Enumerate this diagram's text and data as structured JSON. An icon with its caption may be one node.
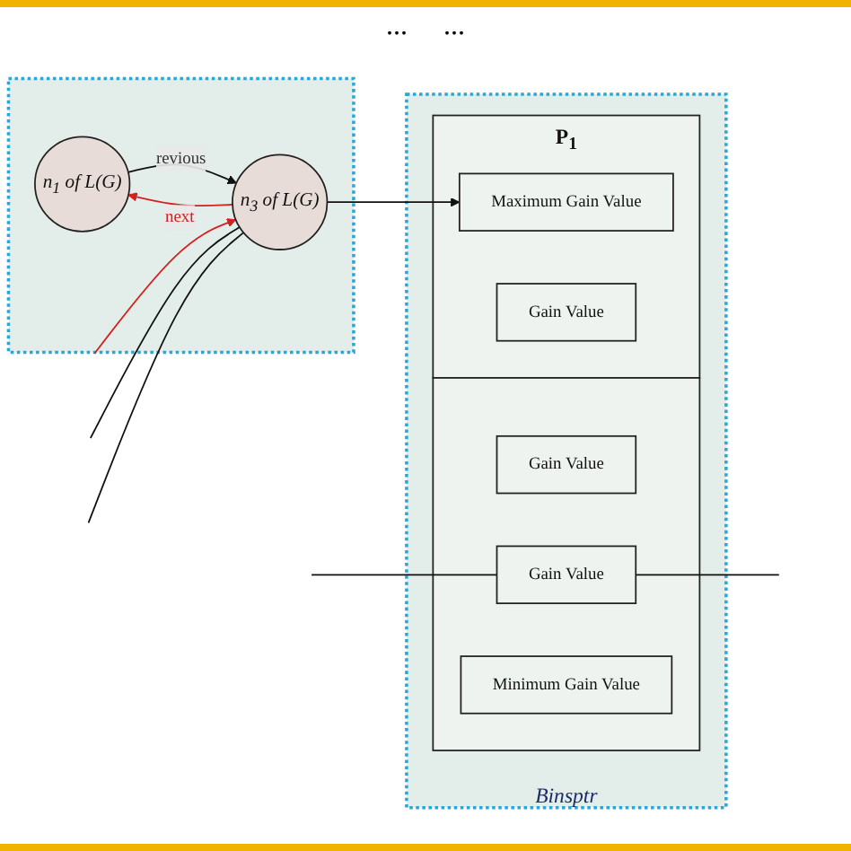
{
  "diagram": {
    "nodes": [
      {
        "text": [],
        "shape": "box"
      },
      {
        "text": [
          "n$_{3}$ of L(G)"
        ],
        "in": 0
      },
      {
        "text": [
          "n$_{1}$ of L(G)"
        ],
        "in": 0
      },
      {
        "text": [
          "Binsptr"
        ]
      },
      {
        "text": [
          "P$_{1}$"
        ],
        "in": 3
      },
      {
        "text": [
          "Maximum Gain Value"
        ],
        "in": 4
      },
      {
        "text": [
          "Gain Value"
        ],
        "in": 4
      },
      {
        "text": [],
        "shape": "box",
        "in": 3
      },
      {
        "text": [
          "Gain Value"
        ],
        "in": 7
      },
      {
        "text": [
          "Gain Value"
        ],
        "in": 7
      },
      {
        "text": [
          "Minimum Gain Value"
        ],
        "in": 7
      }
    ],
    "edges": [
      {
        "from": 1,
        "to": 5,
        "arrow": "to"
      },
      {
        "from": 1,
        "to": 2,
        "arrow": "to",
        "label": "next",
        "color": "#d42020"
      },
      {
        "from": 2,
        "to": 1,
        "arrow": "to",
        "label": "revious"
      },
      {
        "from": null,
        "to": 1,
        "arrow": "to",
        "color": "#d42020"
      },
      {
        "from": null,
        "to": 1,
        "arrow": "none"
      },
      {
        "from": null,
        "to": 1,
        "arrow": "none"
      },
      {
        "from": null,
        "to": 9,
        "arrow": "none"
      },
      {
        "from": 9,
        "to": null,
        "arrow": "none"
      }
    ],
    "labels": [
      "...",
      "..."
    ]
  }
}
